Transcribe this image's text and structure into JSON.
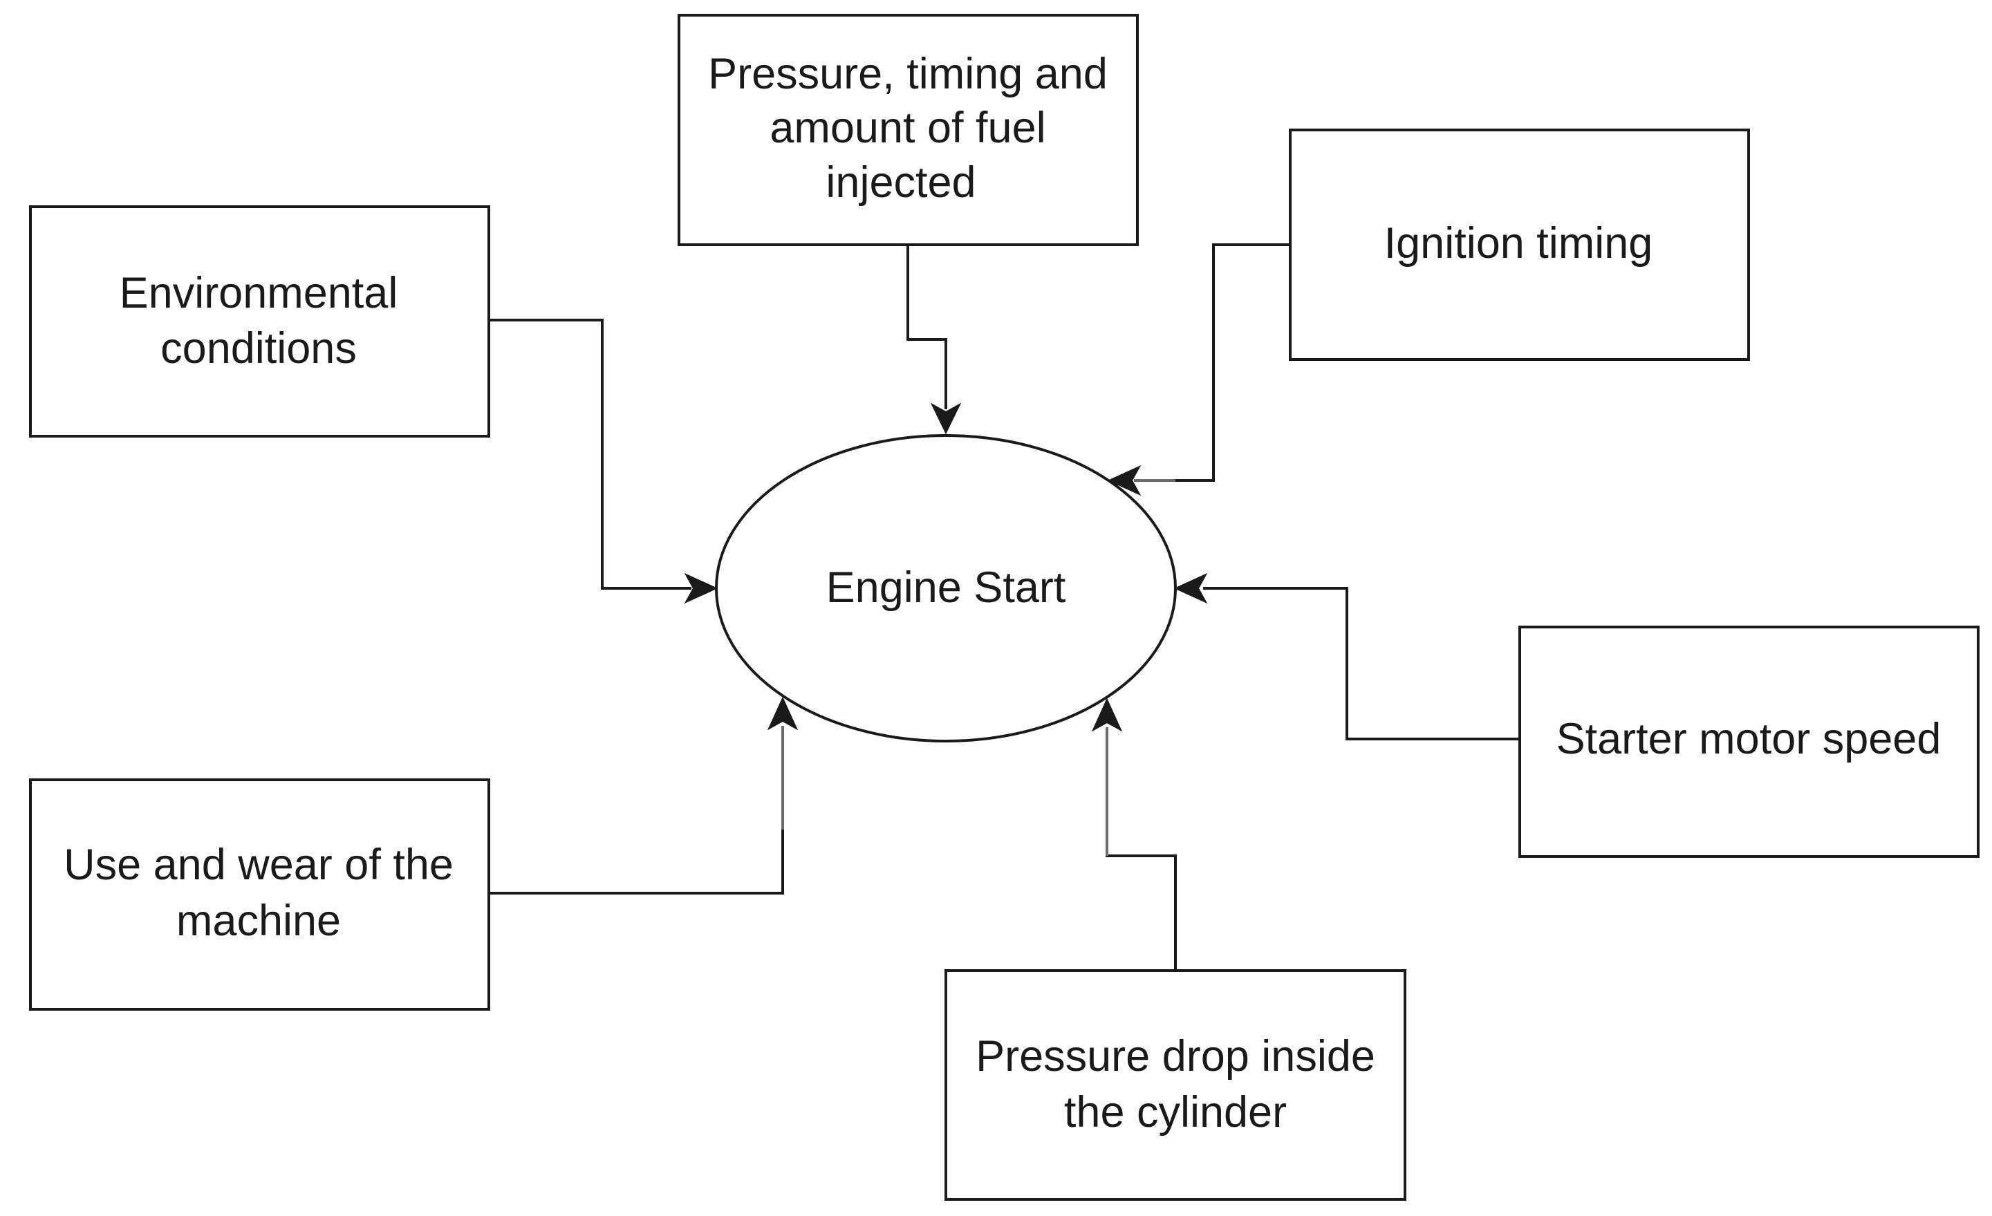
{
  "diagram": {
    "center": {
      "label": "Engine Start"
    },
    "factors": {
      "fuel_injection": {
        "lines": [
          "Pressure, timing and",
          "amount of fuel",
          "injected"
        ]
      },
      "ignition_timing": {
        "lines": [
          "Ignition timing"
        ]
      },
      "environmental": {
        "lines": [
          "Environmental",
          "conditions"
        ]
      },
      "starter_motor": {
        "lines": [
          "Starter motor speed"
        ]
      },
      "use_wear": {
        "lines": [
          "Use and wear of the",
          "machine"
        ]
      },
      "pressure_drop": {
        "lines": [
          "Pressure drop inside",
          "the cylinder"
        ]
      }
    }
  }
}
